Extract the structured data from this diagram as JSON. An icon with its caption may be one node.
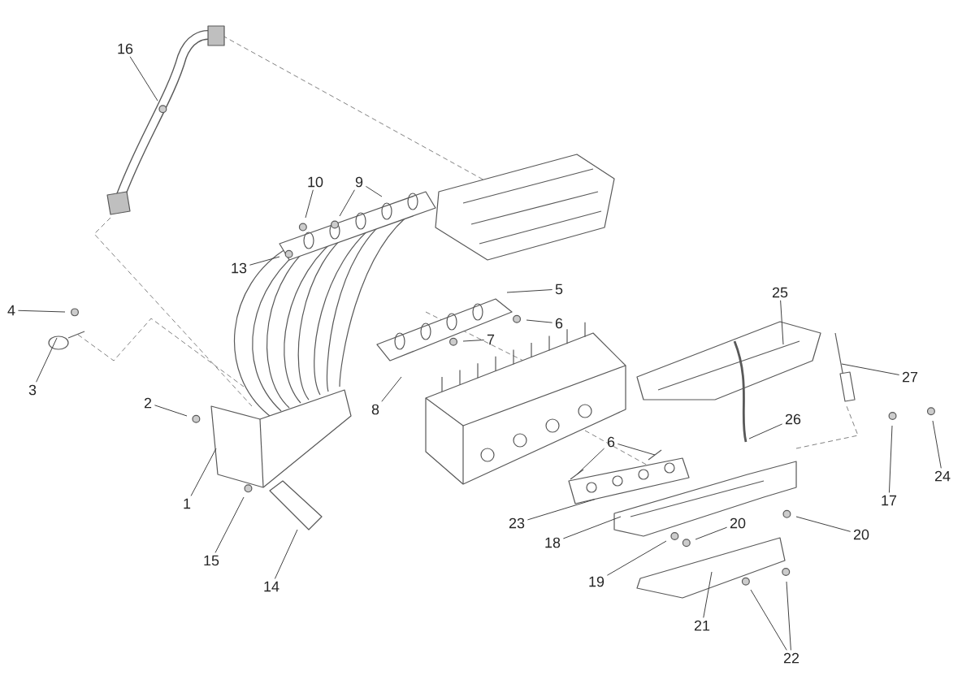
{
  "diagram": {
    "nodes": [
      {
        "text": [
          "16"
        ]
      },
      {
        "text": [
          "10"
        ]
      },
      {
        "text": [
          "9"
        ]
      },
      {
        "text": [
          "13"
        ]
      },
      {
        "text": [
          "5"
        ]
      },
      {
        "text": [
          "6"
        ]
      },
      {
        "text": [
          "4"
        ]
      },
      {
        "text": [
          "7"
        ]
      },
      {
        "text": [
          "3"
        ]
      },
      {
        "text": [
          "8"
        ]
      },
      {
        "text": [
          "2"
        ]
      },
      {
        "text": [
          "25"
        ]
      },
      {
        "text": [
          "27"
        ]
      },
      {
        "text": [
          "26"
        ]
      },
      {
        "text": [
          "17"
        ]
      },
      {
        "text": [
          "24"
        ]
      },
      {
        "text": [
          "6"
        ]
      },
      {
        "text": [
          "23"
        ]
      },
      {
        "text": [
          "18"
        ]
      },
      {
        "text": [
          "20"
        ]
      },
      {
        "text": [
          "20"
        ]
      },
      {
        "text": [
          "19"
        ]
      },
      {
        "text": [
          "1"
        ]
      },
      {
        "text": [
          "15"
        ]
      },
      {
        "text": [
          "14"
        ]
      },
      {
        "text": [
          "21"
        ]
      },
      {
        "text": [
          "22"
        ]
      }
    ],
    "edges": [
      {
        "from": 0,
        "to": null,
        "arrow": "none"
      },
      {
        "from": 1,
        "to": null,
        "arrow": "none"
      },
      {
        "from": 2,
        "to": null,
        "arrow": "none"
      },
      {
        "from": 2,
        "to": null,
        "arrow": "none"
      },
      {
        "from": 3,
        "to": null,
        "arrow": "none"
      },
      {
        "from": 4,
        "to": null,
        "arrow": "none"
      },
      {
        "from": 5,
        "to": null,
        "arrow": "none"
      },
      {
        "from": 6,
        "to": null,
        "arrow": "none"
      },
      {
        "from": 7,
        "to": null,
        "arrow": "none"
      },
      {
        "from": 8,
        "to": null,
        "arrow": "none"
      },
      {
        "from": 9,
        "to": null,
        "arrow": "none"
      },
      {
        "from": 10,
        "to": null,
        "arrow": "none"
      },
      {
        "from": 11,
        "to": null,
        "arrow": "none"
      },
      {
        "from": 12,
        "to": null,
        "arrow": "none"
      },
      {
        "from": 13,
        "to": null,
        "arrow": "none"
      },
      {
        "from": 14,
        "to": null,
        "arrow": "none"
      },
      {
        "from": 15,
        "to": null,
        "arrow": "none"
      },
      {
        "from": 16,
        "to": null,
        "arrow": "none"
      },
      {
        "from": 16,
        "to": null,
        "arrow": "none"
      },
      {
        "from": 17,
        "to": null,
        "arrow": "none"
      },
      {
        "from": 18,
        "to": null,
        "arrow": "none"
      },
      {
        "from": 19,
        "to": null,
        "arrow": "none"
      },
      {
        "from": 20,
        "to": null,
        "arrow": "none"
      },
      {
        "from": 21,
        "to": null,
        "arrow": "none"
      },
      {
        "from": 22,
        "to": null,
        "arrow": "none"
      },
      {
        "from": 23,
        "to": null,
        "arrow": "none"
      },
      {
        "from": 24,
        "to": null,
        "arrow": "none"
      },
      {
        "from": 25,
        "to": null,
        "arrow": "none"
      },
      {
        "from": 26,
        "to": null,
        "arrow": "none"
      },
      {
        "from": 26,
        "to": null,
        "arrow": "none"
      }
    ]
  }
}
